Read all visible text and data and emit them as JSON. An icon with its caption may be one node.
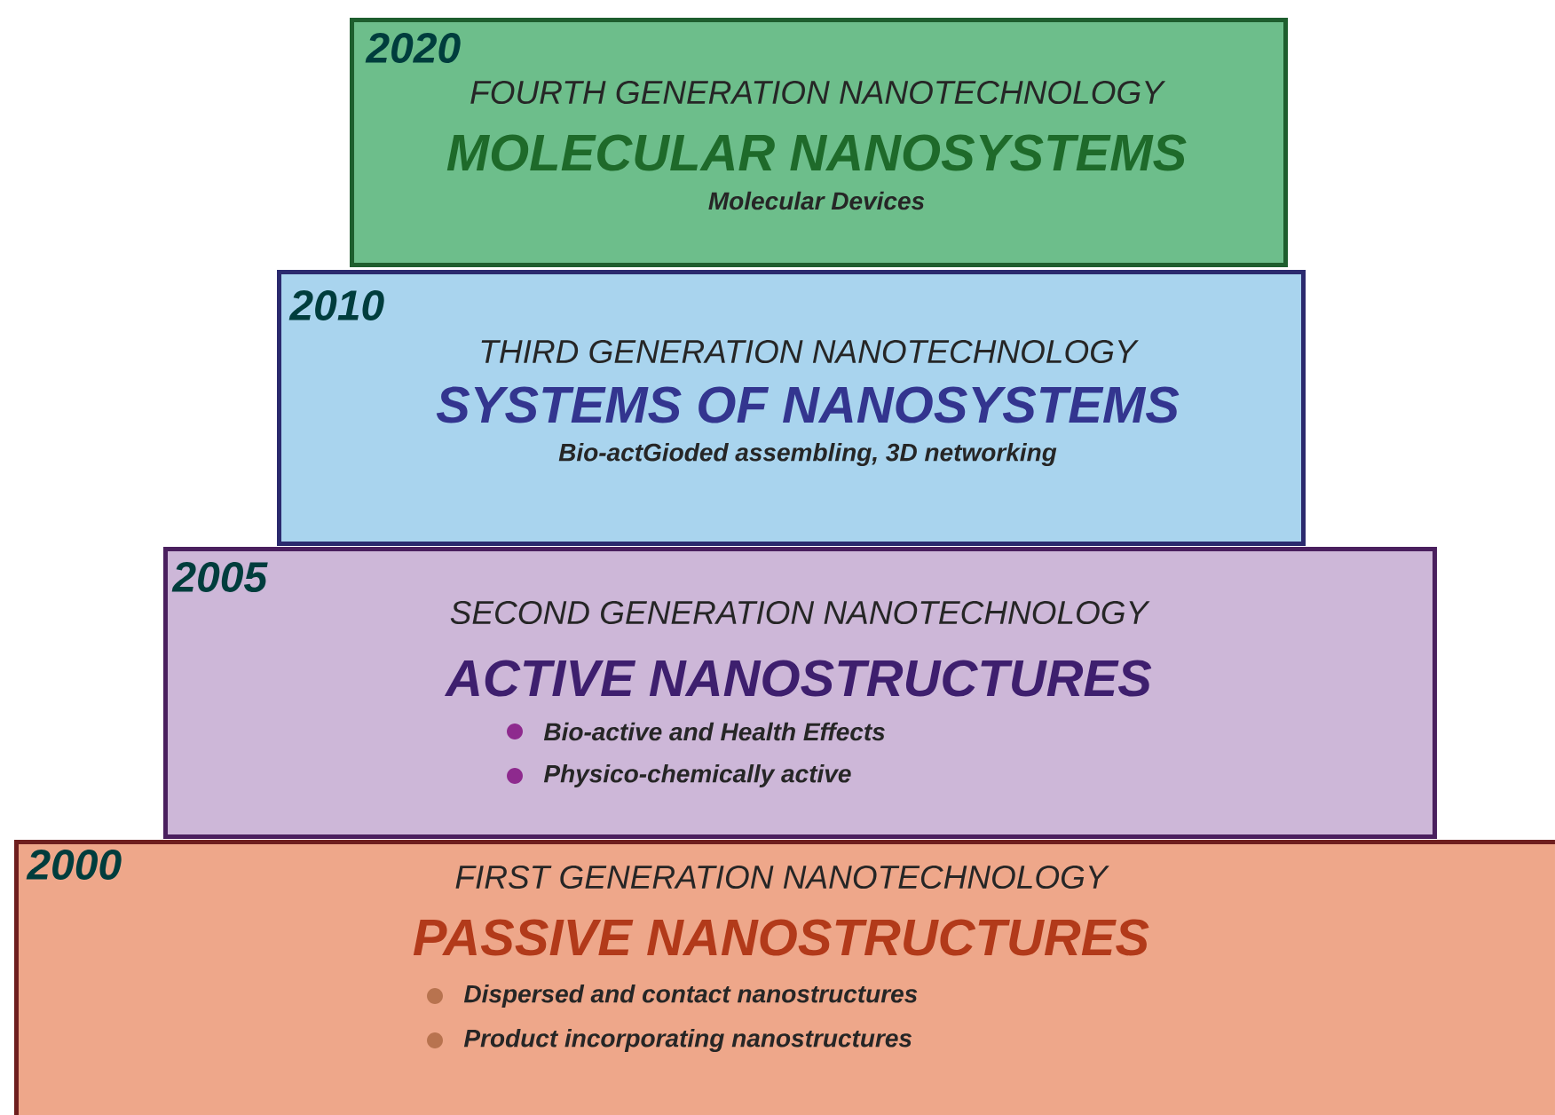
{
  "diagram": {
    "nodes": [
      {
        "text": [
          "2020",
          "FOURTH GENERATION NANOTECHNOLOGY",
          "MOLECULAR NANOSYSTEMS",
          "Molecular Devices"
        ]
      },
      {
        "text": [
          "2010",
          "THIRD GENERATION NANOTECHNOLOGY",
          "SYSTEMS OF NANOSYSTEMS",
          "Bio-actGioded assembling, 3D networking"
        ]
      },
      {
        "text": [
          "2005",
          "SECOND GENERATION NANOTECHNOLOGY",
          "ACTIVE NANOSTRUCTURES",
          "Bio-active and Health Effects",
          "Physico-chemically active"
        ]
      },
      {
        "text": [
          "2000",
          "FIRST GENERATION NANOTECHNOLOGY",
          "PASSIVE NANOSTRUCTURES",
          "Dispersed and contact nanostructures",
          "Product incorporating nanostructures"
        ]
      }
    ]
  }
}
